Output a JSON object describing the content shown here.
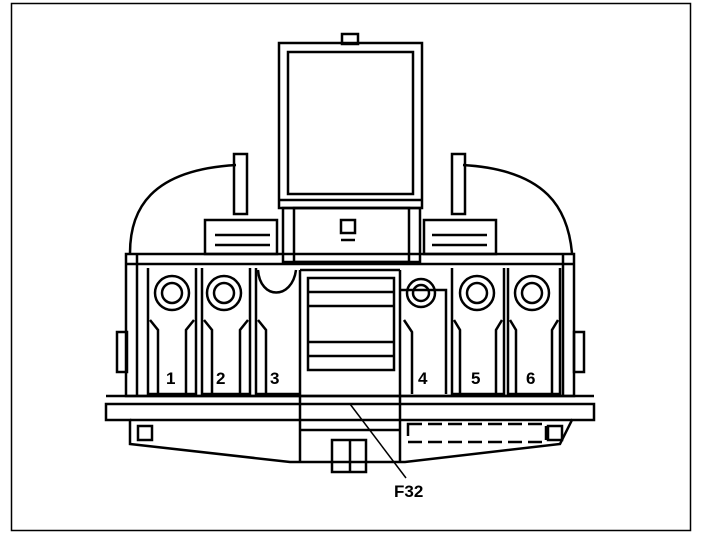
{
  "diagram": {
    "fuse_positions": [
      {
        "id": "1",
        "label": "1"
      },
      {
        "id": "2",
        "label": "2"
      },
      {
        "id": "3",
        "label": "3"
      },
      {
        "id": "4",
        "label": "4"
      },
      {
        "id": "5",
        "label": "5"
      },
      {
        "id": "6",
        "label": "6"
      }
    ],
    "callout": {
      "label": "F32"
    }
  }
}
